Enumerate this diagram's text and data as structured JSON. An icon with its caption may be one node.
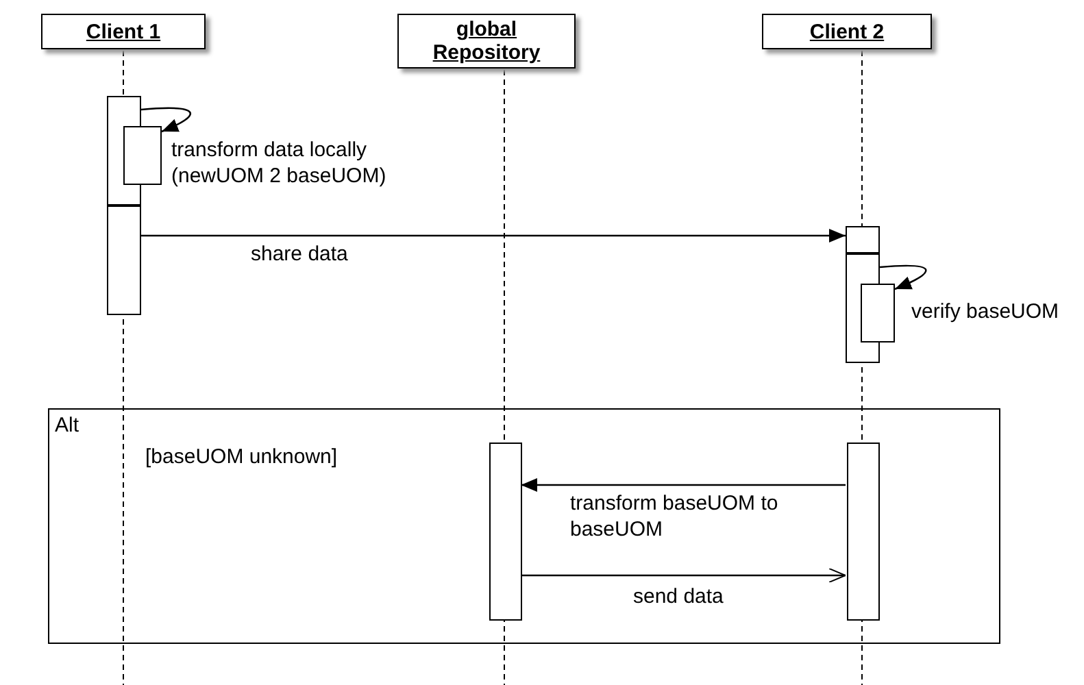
{
  "diagram": {
    "nodes": [
      {
        "text": [
          "Client 1"
        ]
      },
      {
        "text": [
          "global Repository"
        ]
      },
      {
        "text": [
          "Client 2"
        ]
      },
      {
        "text": [],
        "shape": "bar"
      },
      {
        "text": [],
        "shape": "bar"
      },
      {
        "text": [],
        "shape": "bar"
      },
      {
        "text": [],
        "shape": "bar"
      },
      {
        "text": [],
        "shape": "bar"
      },
      {
        "text": [],
        "shape": "bar"
      },
      {
        "text": [
          "Alt",
          "[baseUOM unknown]"
        ]
      },
      {
        "text": [],
        "shape": "bar",
        "in": 9
      },
      {
        "text": [],
        "shape": "bar",
        "in": 9
      }
    ],
    "edges": [
      {
        "from": 3,
        "to": 4,
        "arrow": "to",
        "label": "transform data locally (newUOM 2 baseUOM)"
      },
      {
        "from": 5,
        "to": 6,
        "arrow": "to",
        "label": "share data"
      },
      {
        "from": 7,
        "to": 8,
        "arrow": "to",
        "label": "verify baseUOM"
      },
      {
        "from": 11,
        "to": 10,
        "arrow": "to",
        "label": "transform baseUOM to baseUOM"
      },
      {
        "from": 10,
        "to": 11,
        "arrow": "to",
        "label": "send data"
      }
    ]
  }
}
